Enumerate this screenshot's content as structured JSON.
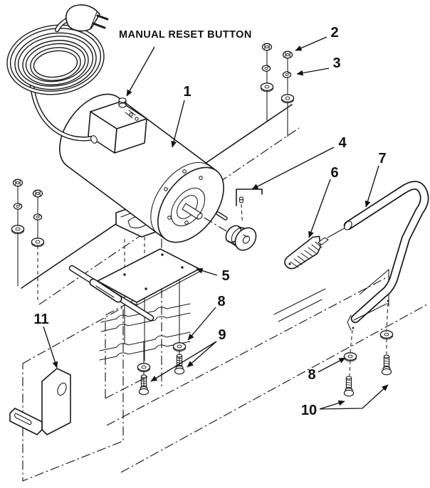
{
  "figure": {
    "kind": "exploded-parts-diagram",
    "annotation": "MANUAL RESET BUTTON",
    "callouts": {
      "c1": "1",
      "c2": "2",
      "c3": "3",
      "c4": "4",
      "c5": "5",
      "c6": "6",
      "c7": "7",
      "c8": "8",
      "c9": "9",
      "c10": "10",
      "c11": "11"
    }
  },
  "colors": {
    "line": "#1a1a1a",
    "background": "#ffffff"
  }
}
